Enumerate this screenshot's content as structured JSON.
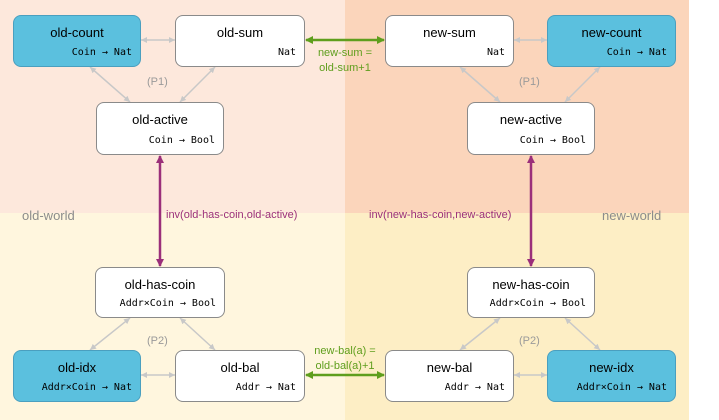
{
  "colors": {
    "old_top": "#fde8dc",
    "new_top": "#fbd5bb",
    "old_bottom": "#fff6de",
    "new_bottom": "#fdeec5",
    "blue_node": "#5bc0de",
    "purple": "#9b2f7a",
    "green": "#5f9e1d",
    "gray_arrow": "#c8c8c8"
  },
  "worlds": {
    "old": "old-world",
    "new": "new-world"
  },
  "nodes": {
    "old_count": {
      "title": "old-count",
      "type": "Coin → Nat"
    },
    "old_sum": {
      "title": "old-sum",
      "type": "Nat"
    },
    "new_sum": {
      "title": "new-sum",
      "type": "Nat"
    },
    "new_count": {
      "title": "new-count",
      "type": "Coin → Nat"
    },
    "old_active": {
      "title": "old-active",
      "type": "Coin → Bool"
    },
    "new_active": {
      "title": "new-active",
      "type": "Coin → Bool"
    },
    "old_has_coin": {
      "title": "old-has-coin",
      "type": "Addr×Coin → Bool"
    },
    "new_has_coin": {
      "title": "new-has-coin",
      "type": "Addr×Coin → Bool"
    },
    "old_idx": {
      "title": "old-idx",
      "type": "Addr×Coin → Nat"
    },
    "old_bal": {
      "title": "old-bal",
      "type": "Addr → Nat"
    },
    "new_bal": {
      "title": "new-bal",
      "type": "Addr → Nat"
    },
    "new_idx": {
      "title": "new-idx",
      "type": "Addr×Coin → Nat"
    }
  },
  "labels": {
    "p1_left": "(P1)",
    "p1_right": "(P1)",
    "p2_left": "(P2)",
    "p2_right": "(P2)",
    "sum_relation_1": "new-sum =",
    "sum_relation_2": "old-sum+1",
    "bal_relation_1": "new-bal(a) =",
    "bal_relation_2": "old-bal(a)+1",
    "inv_old": "inv(old-has-coin,old-active)",
    "inv_new": "inv(new-has-coin,new-active)"
  }
}
